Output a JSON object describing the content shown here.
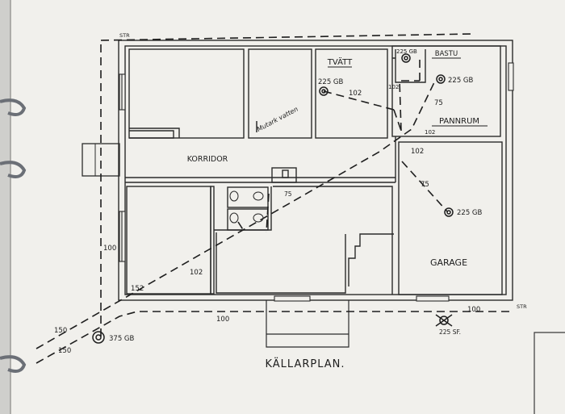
{
  "plan": {
    "title": "KÄLLARPLAN.",
    "rooms": {
      "tvatt": "TVÄTT",
      "bastu": "BASTU",
      "pannrum": "PANNRUM",
      "korridor": "KORRIDOR",
      "garage": "GARAGE"
    },
    "handwritten_note": "Mutark vatten",
    "marks": {
      "str_top": "STR",
      "str_right": "STR"
    },
    "wells": {
      "tvatt": "225 GB",
      "bastu": "225 GB",
      "pannrum": "225 GB",
      "garage": "225 GB",
      "outside": "375 GB",
      "floor_drain": "225 SF."
    },
    "pipe_sizes": {
      "tvatt_line": "102",
      "tvatt_riser": "102",
      "pannrum_line": "75",
      "pannrum_riser": "102",
      "pannrum_junction": "102",
      "garage_line": "75",
      "wc_line": "75",
      "west_room": "102",
      "corner": "152",
      "west_outer": "100",
      "south_outer": "100",
      "southeast_outer": "100",
      "outlet_upper": "150",
      "outlet_lower": "150"
    }
  }
}
